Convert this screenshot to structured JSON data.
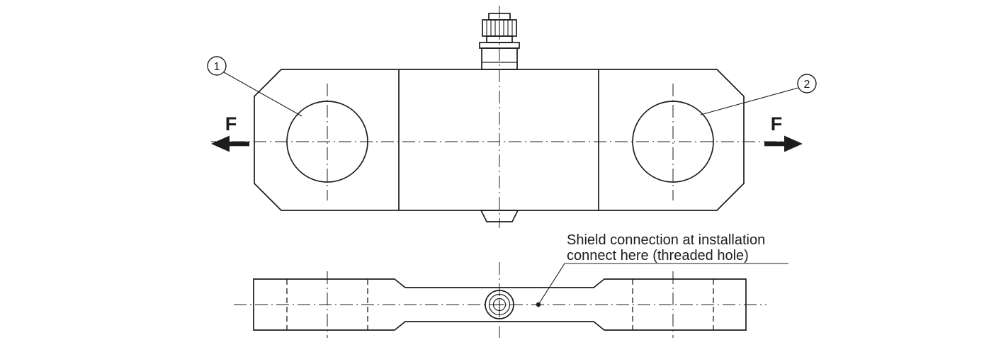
{
  "diagram": {
    "balloons": [
      {
        "label": "1"
      },
      {
        "label": "2"
      }
    ],
    "force_labels": {
      "left": "F",
      "right": "F"
    },
    "annotation": {
      "line1": "Shield connection at installation",
      "line2": "connect here (threaded hole)"
    },
    "colors": {
      "line": "#1d1d1b",
      "background": "#ffffff"
    }
  }
}
